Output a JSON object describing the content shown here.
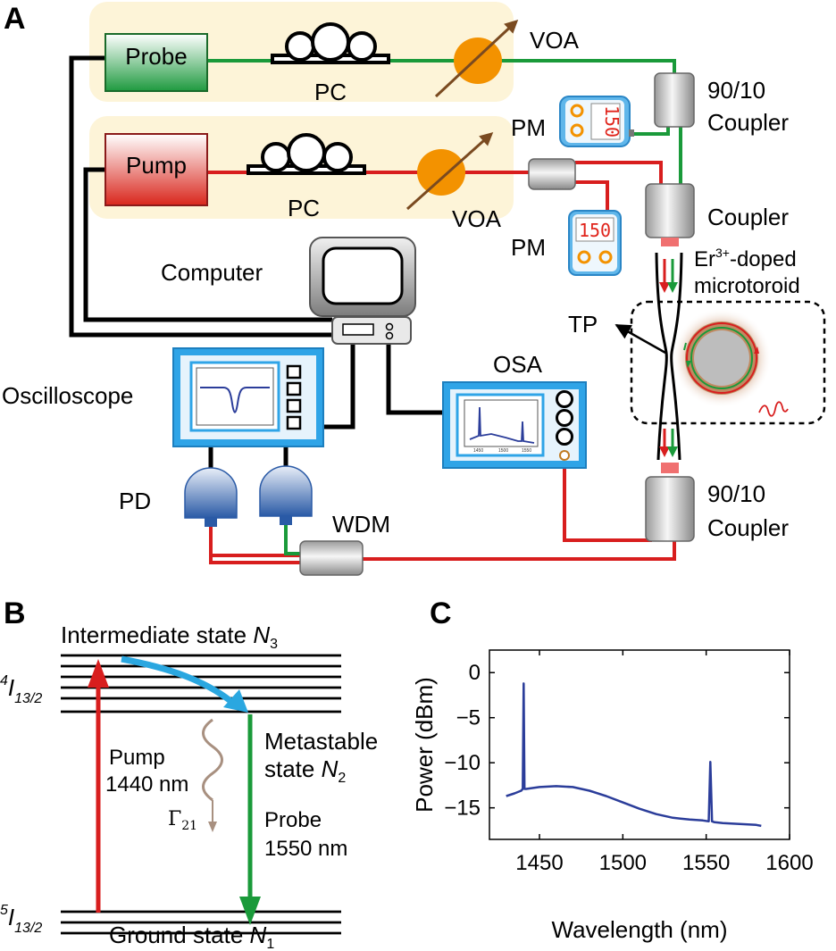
{
  "panels": {
    "a": "A",
    "b": "B",
    "c": "C"
  },
  "setup": {
    "probe": "Probe",
    "pump": "Pump",
    "pc_top": "PC",
    "pc_bottom": "PC",
    "voa_top": "VOA",
    "voa_bottom": "VOA",
    "pm_top": "PM",
    "pm_bottom": "PM",
    "pm_reading_top": "150",
    "pm_reading_bottom": "150",
    "coupler_top_line1": "90/10",
    "coupler_top_line2": "Coupler",
    "coupler_mid": "Coupler",
    "coupler_bottom_line1": "90/10",
    "coupler_bottom_line2": "Coupler",
    "er_line1_a": "Er",
    "er_line1_sup": "3+",
    "er_line1_b": "-doped",
    "er_line2": "microtoroid",
    "tp": "TP",
    "computer": "Computer",
    "oscilloscope": "Oscilloscope",
    "osa": "OSA",
    "pd": "PD",
    "wdm": "WDM",
    "osa_ticks": [
      "1450",
      "1500",
      "1550"
    ]
  },
  "levels": {
    "intermediate_text": "Intermediate state ",
    "intermediate_sym": "N",
    "intermediate_sub": "3",
    "upper_sup": "4",
    "upper_main": "I",
    "upper_sub": "13/2",
    "lower_sup": "5",
    "lower_main": "I",
    "lower_sub": "13/2",
    "metastable_line1": "Metastable",
    "metastable_line2": "state ",
    "metastable_sym": "N",
    "metastable_sub": "2",
    "pump_line1": "Pump",
    "pump_line2": "1440 nm",
    "probe_line1": "Probe",
    "probe_line2": "1550 nm",
    "gamma": "Γ",
    "gamma_sub": "21",
    "ground_text": "Ground state ",
    "ground_sym": "N",
    "ground_sub": "1"
  },
  "colors": {
    "pump": "#d81e1e",
    "probe": "#1a9a3a",
    "decay": "#a89080",
    "relax": "#2aa7e0",
    "spectrum": "#2b3d9a",
    "panel_bg": "#fdf4d8",
    "instrument": "#2fa4e7"
  },
  "chart_data": {
    "type": "line",
    "xlabel": "Wavelength (nm)",
    "ylabel": "Power (dBm)",
    "xlim": [
      1420,
      1600
    ],
    "ylim": [
      -18.5,
      2.5
    ],
    "xticks": [
      1450,
      1500,
      1550,
      1600
    ],
    "yticks": [
      0,
      -5,
      -10,
      -15
    ],
    "ytick_labels": [
      "0",
      "−5",
      "−10",
      "−15"
    ],
    "grid": false,
    "series": [
      {
        "x": [
          1430,
          1435,
          1439,
          1440,
          1440.5,
          1441,
          1442,
          1450,
          1460,
          1470,
          1480,
          1490,
          1500,
          1510,
          1520,
          1530,
          1540,
          1548,
          1551.5,
          1552.5,
          1553.5,
          1555,
          1560,
          1570,
          1580,
          1583
        ],
        "y": [
          -13.7,
          -13.4,
          -13.1,
          -12.9,
          -1.2,
          -12.9,
          -12.9,
          -12.7,
          -12.6,
          -12.7,
          -13.1,
          -13.7,
          -14.4,
          -15.1,
          -15.7,
          -16.1,
          -16.3,
          -16.4,
          -16.5,
          -9.9,
          -16.5,
          -16.6,
          -16.7,
          -16.8,
          -16.9,
          -17.0
        ]
      }
    ]
  }
}
